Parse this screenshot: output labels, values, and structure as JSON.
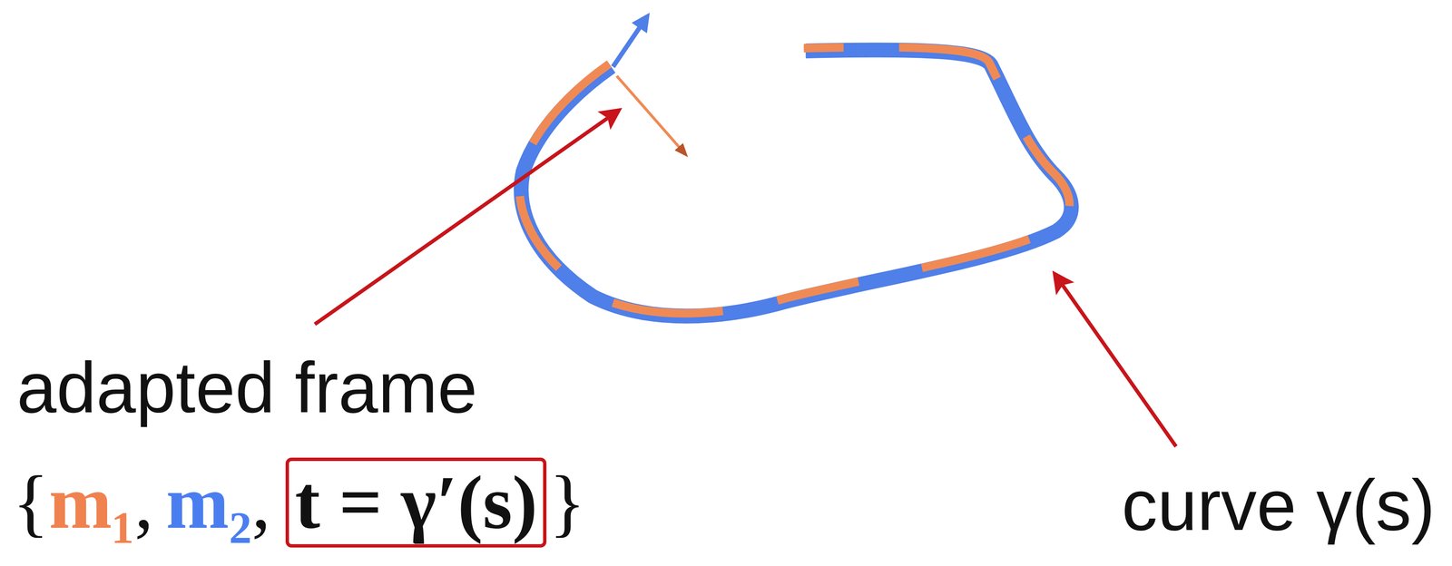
{
  "diagram": {
    "nodes": [
      {
        "text": [
          "t = γ′(s)"
        ]
      }
    ],
    "labels": [
      "adapted frame",
      "{",
      "m₁",
      ",",
      "m₂",
      ",",
      "}",
      "curve γ(s)"
    ]
  }
}
